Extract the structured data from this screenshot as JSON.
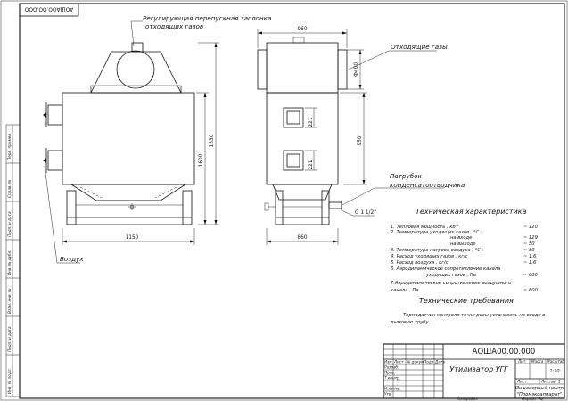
{
  "drawing": {
    "stamp_code": "АОШАОО.ОО.ООО",
    "doc_code": "АОША00.00.000",
    "title": "Утилизатор УГГ",
    "company_line1": "Инженерный центр",
    "company_line2": "\"Промэкоаппарат\"",
    "sheet_label": "Лист",
    "sheets_label": "Листов",
    "sheets_count": "1",
    "mass_label": "Масса",
    "scale_label": "Масштаб",
    "scale_value": "1:10",
    "lit_label": "Лит.",
    "copied_label": "Копировал",
    "format_label": "Формат",
    "format_value": "А2"
  },
  "title_block_roles": {
    "izm": "Изм.",
    "list": "Лист",
    "ndoc": "№ докум.",
    "podp": "Подп.",
    "data": "Дата",
    "razrab": "Разраб.",
    "prov": "Пров.",
    "tkontr": "Т.контр.",
    "nkontr": "Н.контр.",
    "utv": "Утв."
  },
  "side_strip": [
    "Перв. примен.",
    "Справ. №",
    "Подп. и дата",
    "Инв. № дубл.",
    "Взам. инв. №",
    "Подп. и дата",
    "Инв. № подл."
  ],
  "callouts": {
    "damper_line1": "Регулирующая перепускная заслонка",
    "damper_line2": "отходящих газов",
    "exhaust": "Отходящие газы",
    "condensate_line1": "Патрубок",
    "condensate_line2": "конденсатоотводчика",
    "air": "Воздух"
  },
  "dimensions": {
    "front_height_total": "1830",
    "front_height_body": "1600",
    "front_width": "1150",
    "side_top_width": "960",
    "side_width": "860",
    "side_height": "950",
    "pipe_dia": "Ф400",
    "window_1": "221",
    "window_2": "221",
    "thread": "G 1 1/2\""
  },
  "specs": {
    "header": "Техническая характеристика",
    "items": [
      {
        "label": "1. Тепловая мощность , кВт",
        "value": "~ 120"
      },
      {
        "label": "2. Температура уходящих газов , °С :",
        "value": ""
      },
      {
        "label": "на входе",
        "value": "~ 129"
      },
      {
        "label": "на выходе",
        "value": "~ 50"
      },
      {
        "label": "3. Температура нагрева воздуха , °С :",
        "value": "~ 80"
      },
      {
        "label": "4. Расход уходящих газов , кг/с",
        "value": "~ 1,6"
      },
      {
        "label": "5. Расход воздуха , кг/с",
        "value": "~ 1,6"
      },
      {
        "label": "6. Аэродинамическое сопротивление канала",
        "value": ""
      },
      {
        "label": "уходящих газов , Па",
        "value": "~ 600"
      },
      {
        "label": "7.Аэродинамическое сопротивление воздушного",
        "value": ""
      },
      {
        "label": "канала , Па",
        "value": "~ 600"
      }
    ]
  },
  "requirements": {
    "header": "Технические требования",
    "line1": "Термодатчик контроля точки росы установить на входе в",
    "line2": "дымовую трубу."
  }
}
